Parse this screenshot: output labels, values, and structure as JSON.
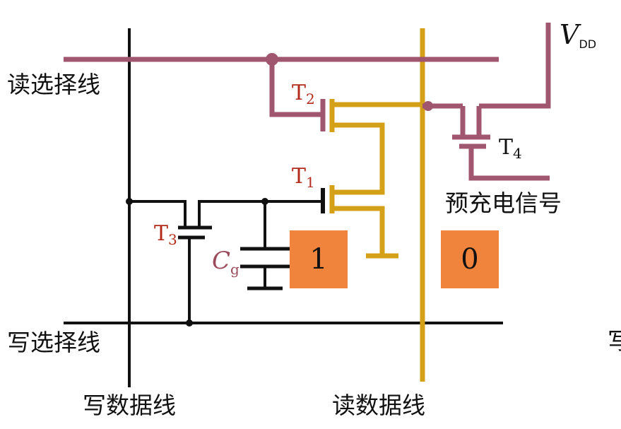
{
  "labels": {
    "read_select_line": "读选择线",
    "write_select_line": "写选择线",
    "write_data_line": "写数据线",
    "read_data_line": "读数据线",
    "precharge_signal": "预充电信号",
    "partial_right_text": "写"
  },
  "transistors": {
    "t1": {
      "main": "T",
      "sub": "1"
    },
    "t2": {
      "main": "T",
      "sub": "2"
    },
    "t3": {
      "main": "T",
      "sub": "3"
    },
    "t4": {
      "main": "T",
      "sub": "4"
    }
  },
  "capacitor": {
    "main": "C",
    "sub": "g"
  },
  "supply": {
    "main": "V",
    "sub": "DD"
  },
  "bits": {
    "stored": "1",
    "read": "0"
  },
  "colors": {
    "read_line": "#a0566e",
    "read_data_line": "#d4a017",
    "write_wire": "#111111",
    "bit_box": "#f0843c",
    "transistor_label": "#b22a1a",
    "capacitor_label": "#9a4a5a"
  }
}
